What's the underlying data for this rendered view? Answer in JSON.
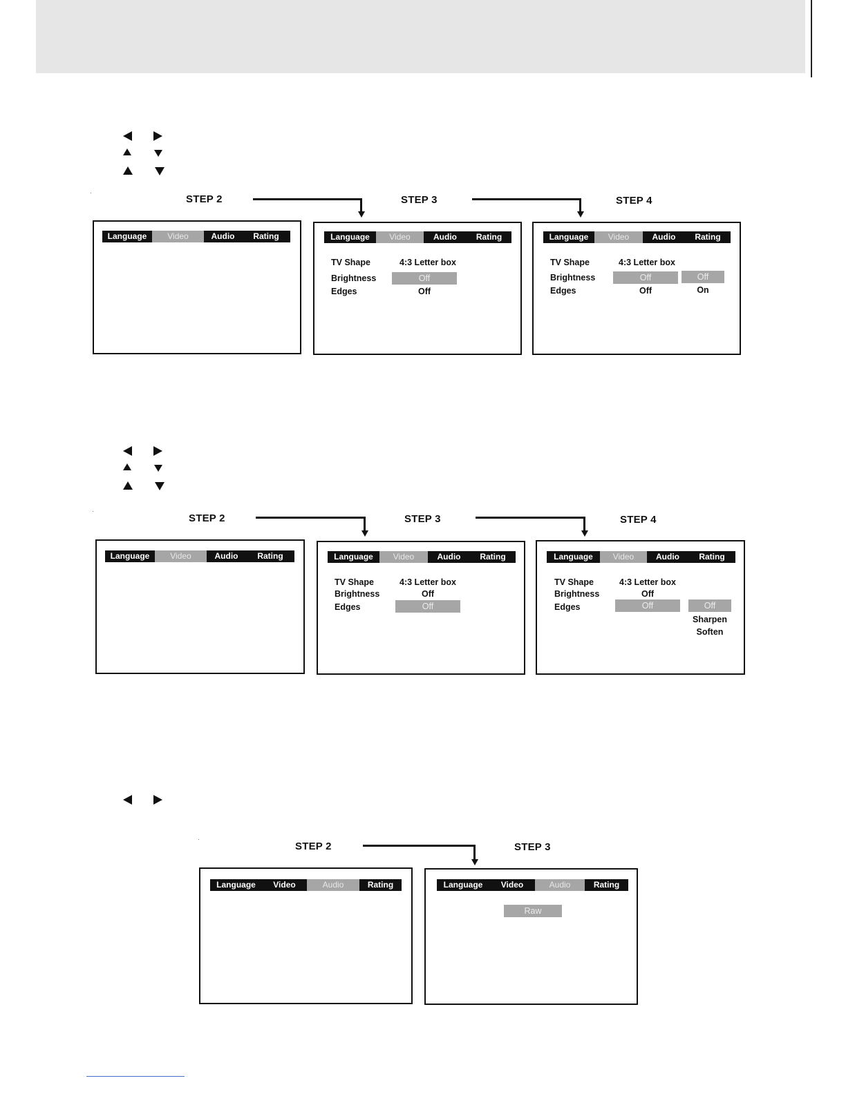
{
  "menu_tabs": [
    "Language",
    "Video",
    "Audio",
    "Rating"
  ],
  "steps": {
    "s2": "STEP 2",
    "s3": "STEP 3",
    "s4": "STEP 4"
  },
  "video_rows": {
    "tv_shape": "TV Shape",
    "tv_shape_value": "4:3 Letter box",
    "brightness": "Brightness",
    "edges": "Edges",
    "off": "Off"
  },
  "section1": {
    "step4_brightness_options": [
      "Off",
      "On"
    ]
  },
  "section2": {
    "step4_edges_options": [
      "Off",
      "Sharpen",
      "Soften"
    ]
  },
  "section3": {
    "audio_value": "Raw"
  }
}
